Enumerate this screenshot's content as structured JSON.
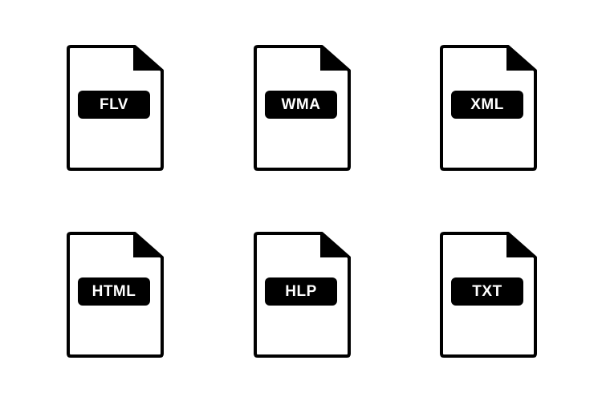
{
  "icons": [
    {
      "icon": "file-flv-icon",
      "label": "FLV"
    },
    {
      "icon": "file-wma-icon",
      "label": "WMA"
    },
    {
      "icon": "file-xml-icon",
      "label": "XML"
    },
    {
      "icon": "file-html-icon",
      "label": "HTML"
    },
    {
      "icon": "file-hlp-icon",
      "label": "HLP"
    },
    {
      "icon": "file-txt-icon",
      "label": "TXT"
    }
  ],
  "colors": {
    "background": "#ffffff",
    "icon": "#000000",
    "label_text": "#ffffff"
  }
}
